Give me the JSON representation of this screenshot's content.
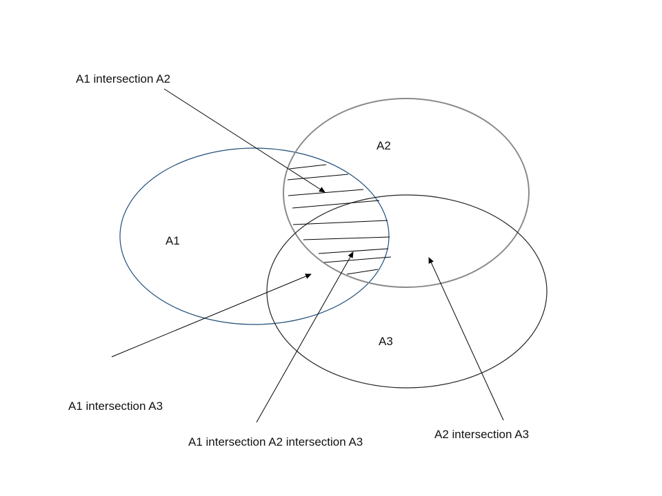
{
  "diagram": {
    "sets": [
      {
        "label": "A1",
        "stroke": "#1f4e79"
      },
      {
        "label": "A2",
        "stroke": "#8a8a8a"
      },
      {
        "label": "A3",
        "stroke": "#222222"
      }
    ],
    "callouts": {
      "a1_a2": "A1 intersection A2",
      "a1_a3": "A1 intersection A3",
      "a1_a2_a3": "A1 intersection A2 intersection A3",
      "a2_a3": "A2 intersection A3"
    },
    "hatched_region": "A1 intersection A2",
    "colors": {
      "arrow": "#000000",
      "hatch": "#000000",
      "background": "#ffffff"
    }
  }
}
